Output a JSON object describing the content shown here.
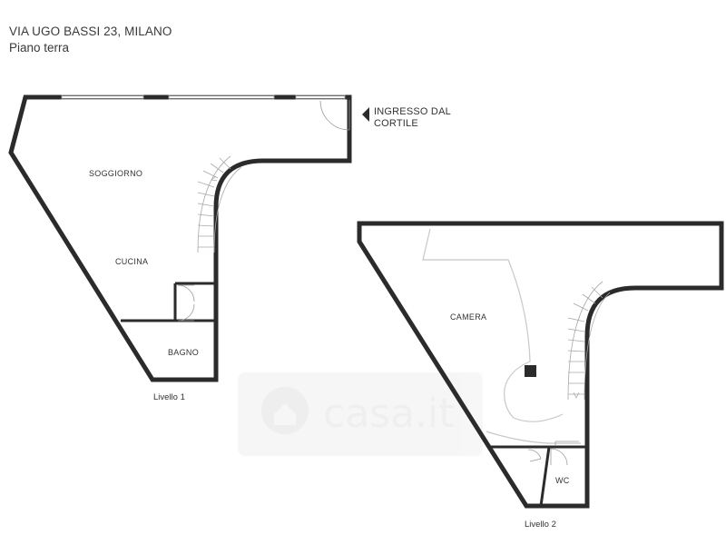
{
  "header": {
    "address": "VIA UGO BASSI 23, MILANO",
    "floor": "Piano terra"
  },
  "plan": {
    "entry_label_line1": "INGRESSO DAL",
    "entry_label_line2": "CORTILE",
    "level1": {
      "label": "Livello 1",
      "rooms": {
        "soggiorno": "SOGGIORNO",
        "cucina": "CUCINA",
        "bagno": "BAGNO"
      }
    },
    "level2": {
      "label": "Livello 2",
      "rooms": {
        "camera": "CAMERA",
        "wc": "WC"
      }
    }
  },
  "watermark": {
    "text": "casa.it"
  },
  "colors": {
    "wall": "#2b2b2b",
    "text": "#333333",
    "background": "#ffffff"
  }
}
